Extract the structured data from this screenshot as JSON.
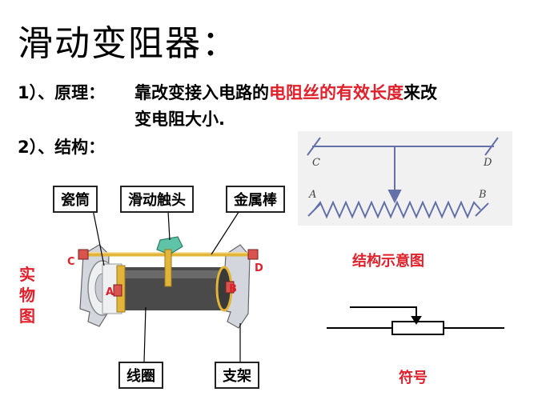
{
  "title": "滑动变阻器：",
  "principle": {
    "prefix": "1）、原理：",
    "text_before": "靠改变接入电路的",
    "highlight": "电阻丝的有效长度",
    "text_after": "来改",
    "line2": "变电阻大小."
  },
  "structure": {
    "prefix": "2）、结构："
  },
  "labels": {
    "porcelain_tube": "瓷筒",
    "slider": "滑动触头",
    "metal_rod": "金属棒",
    "coil": "线圈",
    "bracket": "支架",
    "physical_image": "实物图"
  },
  "terminals": {
    "c": "C",
    "d": "D",
    "a": "A",
    "b": "B"
  },
  "schematic_terminals": {
    "c": "C",
    "d": "D",
    "a": "A",
    "b": "B"
  },
  "captions": {
    "structure_diagram": "结构示意图",
    "symbol": "符号"
  },
  "colors": {
    "highlight": "#e0202a",
    "schematic_bg": "#f1f1f1",
    "coil": "#4a4a4a",
    "brass": "#e2b53a"
  }
}
